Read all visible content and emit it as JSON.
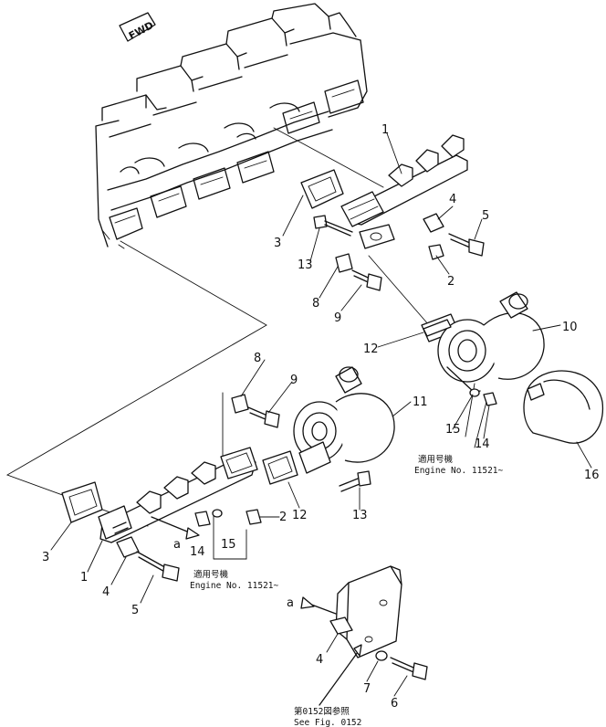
{
  "fwd_label": "FWD",
  "callouts": {
    "c1_top": "1",
    "c2_top": "2",
    "c3_top": "3",
    "c4_top": "4",
    "c5_top": "5",
    "c8_top": "8",
    "c9_top": "9",
    "c10": "10",
    "c12_top": "12",
    "c13_top": "13",
    "c14_top": "14",
    "c15_top": "15",
    "c16": "16",
    "c8_mid": "8",
    "c9_mid": "9",
    "c11": "11",
    "c12_mid": "12",
    "c13_mid": "13",
    "c2_mid": "2",
    "c3_low": "3",
    "c1_low": "1",
    "c4_low": "4",
    "c5_low": "5",
    "c14_low": "14",
    "c15_low": "15",
    "c4_bot": "4",
    "c6": "6",
    "c7": "7",
    "a_low": "a",
    "a_bot": "a"
  },
  "notes": {
    "right_jp": "適用号機",
    "right_en": "Engine  No. 11521~",
    "left_jp": "適用号機",
    "left_en": "Engine  No. 11521~",
    "ref_jp": "第0152図参照",
    "ref_en": "See  Fig. 0152"
  }
}
